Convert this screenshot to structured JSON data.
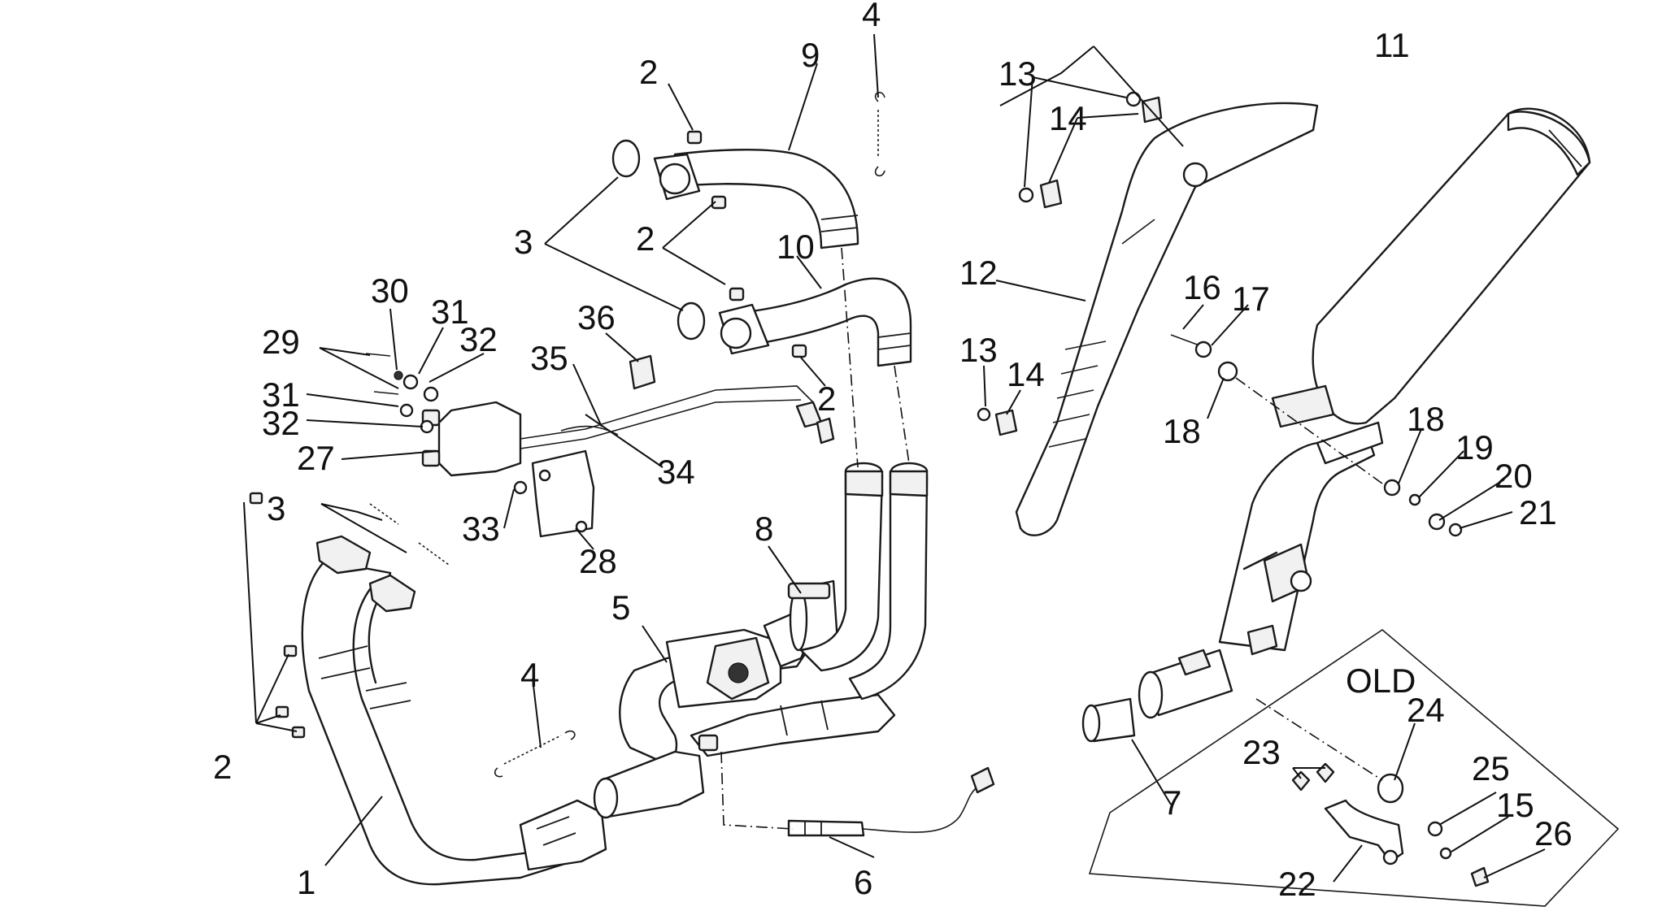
{
  "callouts": {
    "c1": "1",
    "c2a": "2",
    "c2b": "2",
    "c2c": "2",
    "c2d": "2",
    "c3a": "3",
    "c3b": "3",
    "c4a": "4",
    "c4b": "4",
    "c5": "5",
    "c6": "6",
    "c7": "7",
    "c8": "8",
    "c9": "9",
    "c10": "10",
    "c11": "11",
    "c12": "12",
    "c13a": "13",
    "c13b": "13",
    "c14a": "14",
    "c14b": "14",
    "c15": "15",
    "c16": "16",
    "c17": "17",
    "c18a": "18",
    "c18b": "18",
    "c19": "19",
    "c20": "20",
    "c21": "21",
    "c22": "22",
    "c23": "23",
    "c24": "24",
    "c25": "25",
    "c26": "26",
    "c27": "27",
    "c28": "28",
    "c29": "29",
    "c30": "30",
    "c31a": "31",
    "c31b": "31",
    "c32a": "32",
    "c32b": "32",
    "c33": "33",
    "c34": "34",
    "c35": "35",
    "c36": "36"
  },
  "inset": {
    "label": "OLD"
  }
}
